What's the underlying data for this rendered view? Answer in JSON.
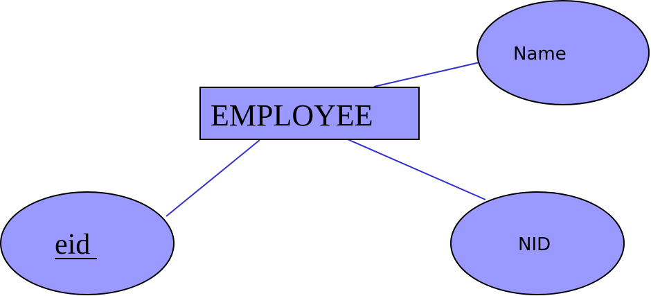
{
  "diagram": {
    "type": "er-diagram",
    "colors": {
      "fill": "#9999ff",
      "stroke": "#000000",
      "connector": "#3333cc",
      "background": "#ffffff"
    },
    "entity": {
      "label": "EMPLOYEE"
    },
    "attributes": [
      {
        "label": "Name",
        "key": false
      },
      {
        "label": "eid",
        "key": true
      },
      {
        "label": "NID",
        "key": false
      }
    ]
  }
}
